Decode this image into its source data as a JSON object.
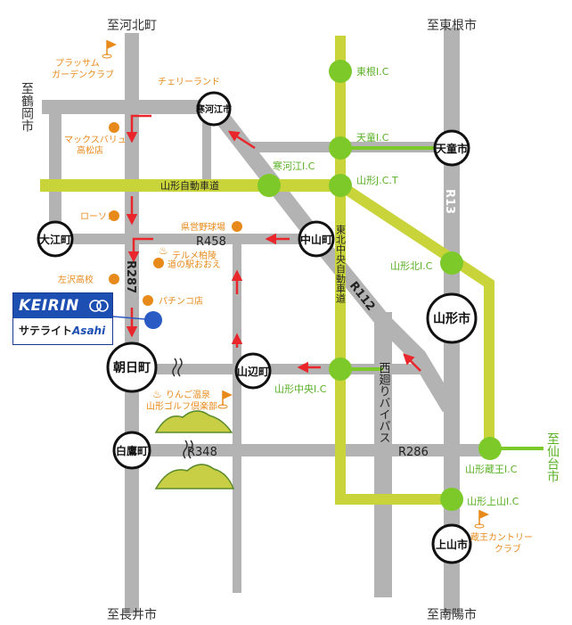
{
  "directions": {
    "kahoku": "至河北町",
    "higashine": "至東根市",
    "tsuruoka": "至鶴岡市",
    "sendai": "至仙台市",
    "nagai": "至長井市",
    "nanyo": "至南陽市"
  },
  "cities": {
    "sagae": "寒河江市",
    "tendo": "天童市",
    "oe": "大江町",
    "nakayama": "中山町",
    "yamagata": "山形市",
    "asahi": "朝日町",
    "yamanobe": "山辺町",
    "shirataka": "白鷹町",
    "kaminoyama": "上山市"
  },
  "interchanges": {
    "higashine": "東根I.C",
    "tendo": "天童I.C",
    "sagae": "寒河江I.C",
    "yamagata_jct": "山形J.C.T",
    "yamagata_kita": "山形北I.C",
    "yamagata_chuo": "山形中央I.C",
    "yamagata_zao": "山形蔵王I.C",
    "yamagata_kaminoyama": "山形上山I.C"
  },
  "roads": {
    "r458": "R458",
    "r287": "R287",
    "r112": "R112",
    "r13": "R13",
    "r348": "R348",
    "r286": "R286",
    "yamagata_expressway": "山形自動車道",
    "tohoku_chuo": "東北中央自動車道",
    "nishimawari": "西廻りバイパス"
  },
  "landmarks": {
    "plasam": "プラッサム\nガーデンクラブ",
    "cherryland": "チェリーランド",
    "maxvalu": "マックスバリュ\n高松店",
    "lawson": "ローソン",
    "kenei_stadium": "県営野球場",
    "terme": "テルメ柏陵",
    "michinoeki": "道の駅おおえ",
    "sawa_hs": "左沢高校",
    "pachinko": "パチンコ店",
    "ringo_onsen": "りんご温泉",
    "golf_club": "山形ゴルフ倶楽部",
    "zao_country": "蔵王カントリー\nクラブ"
  },
  "logo": {
    "keirin": "KEIRIN",
    "satellite": "サテライト",
    "asahi": "Asahi"
  },
  "colors": {
    "road_gray": "#b3b3b3",
    "expressway_green": "#c9d43a",
    "ic_green": "#7dc92a",
    "label_green": "#5ab025",
    "poi_orange": "#e88a1a",
    "arrow_red": "#e8262b",
    "marker_blue": "#2a5bc4",
    "logo_blue": "#1d4fb3"
  }
}
